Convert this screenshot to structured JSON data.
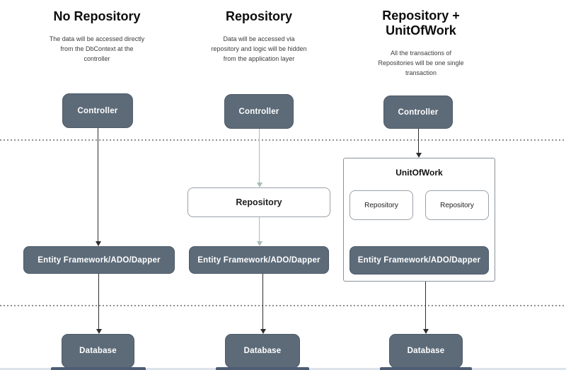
{
  "diagram": {
    "columns": [
      {
        "title": "No Repository",
        "description": "The data will be accessed directly\nfrom the DbContext at the\ncontroller",
        "nodes": {
          "controller": "Controller",
          "ef": "Entity Framework/ADO/Dapper",
          "database": "Database"
        }
      },
      {
        "title": "Repository",
        "description": "Data will be accessed via\nrepository and logic will be hidden\nfrom the application layer",
        "nodes": {
          "controller": "Controller",
          "repository": "Repository",
          "ef": "Entity Framework/ADO/Dapper",
          "database": "Database"
        }
      },
      {
        "title": "Repository +\nUnitOfWork",
        "description": "All the transactions of\nRepositories will be one single\ntransaction",
        "nodes": {
          "controller": "Controller",
          "unitofwork": "UnitOfWork",
          "repository_left": "Repository",
          "repository_right": "Repository",
          "ef": "Entity Framework/ADO/Dapper",
          "database": "Database"
        }
      }
    ],
    "colors": {
      "node_fill": "#5d6b79",
      "node_border": "#4d5a67",
      "node_text": "#ffffff",
      "white_node_border": "#9aa1a8",
      "container_border": "#8c9299",
      "dark_arrow": "#2e2e2e",
      "light_arrow": "#a9bcb6",
      "dotted_line": "#8f8f8f",
      "bottom_strip": "#4d5d74"
    }
  }
}
